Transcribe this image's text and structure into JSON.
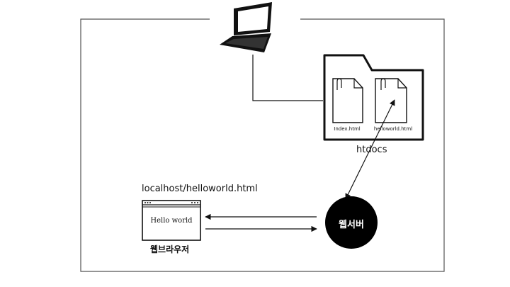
{
  "diagram": {
    "folder": {
      "label": "htdocs",
      "files": [
        {
          "name": "Index.html"
        },
        {
          "name": "helloworld.html"
        }
      ]
    },
    "browser": {
      "url": "localhost/helloworld.html",
      "content": "Hello world",
      "label": "웹브라우저"
    },
    "server": {
      "label": "웹서버"
    },
    "colors": {
      "stroke": "#111111",
      "server_fill": "#000000",
      "frame": "#555555"
    },
    "icons": [
      "laptop-icon",
      "folder-icon",
      "file-icon",
      "browser-window-icon"
    ]
  }
}
